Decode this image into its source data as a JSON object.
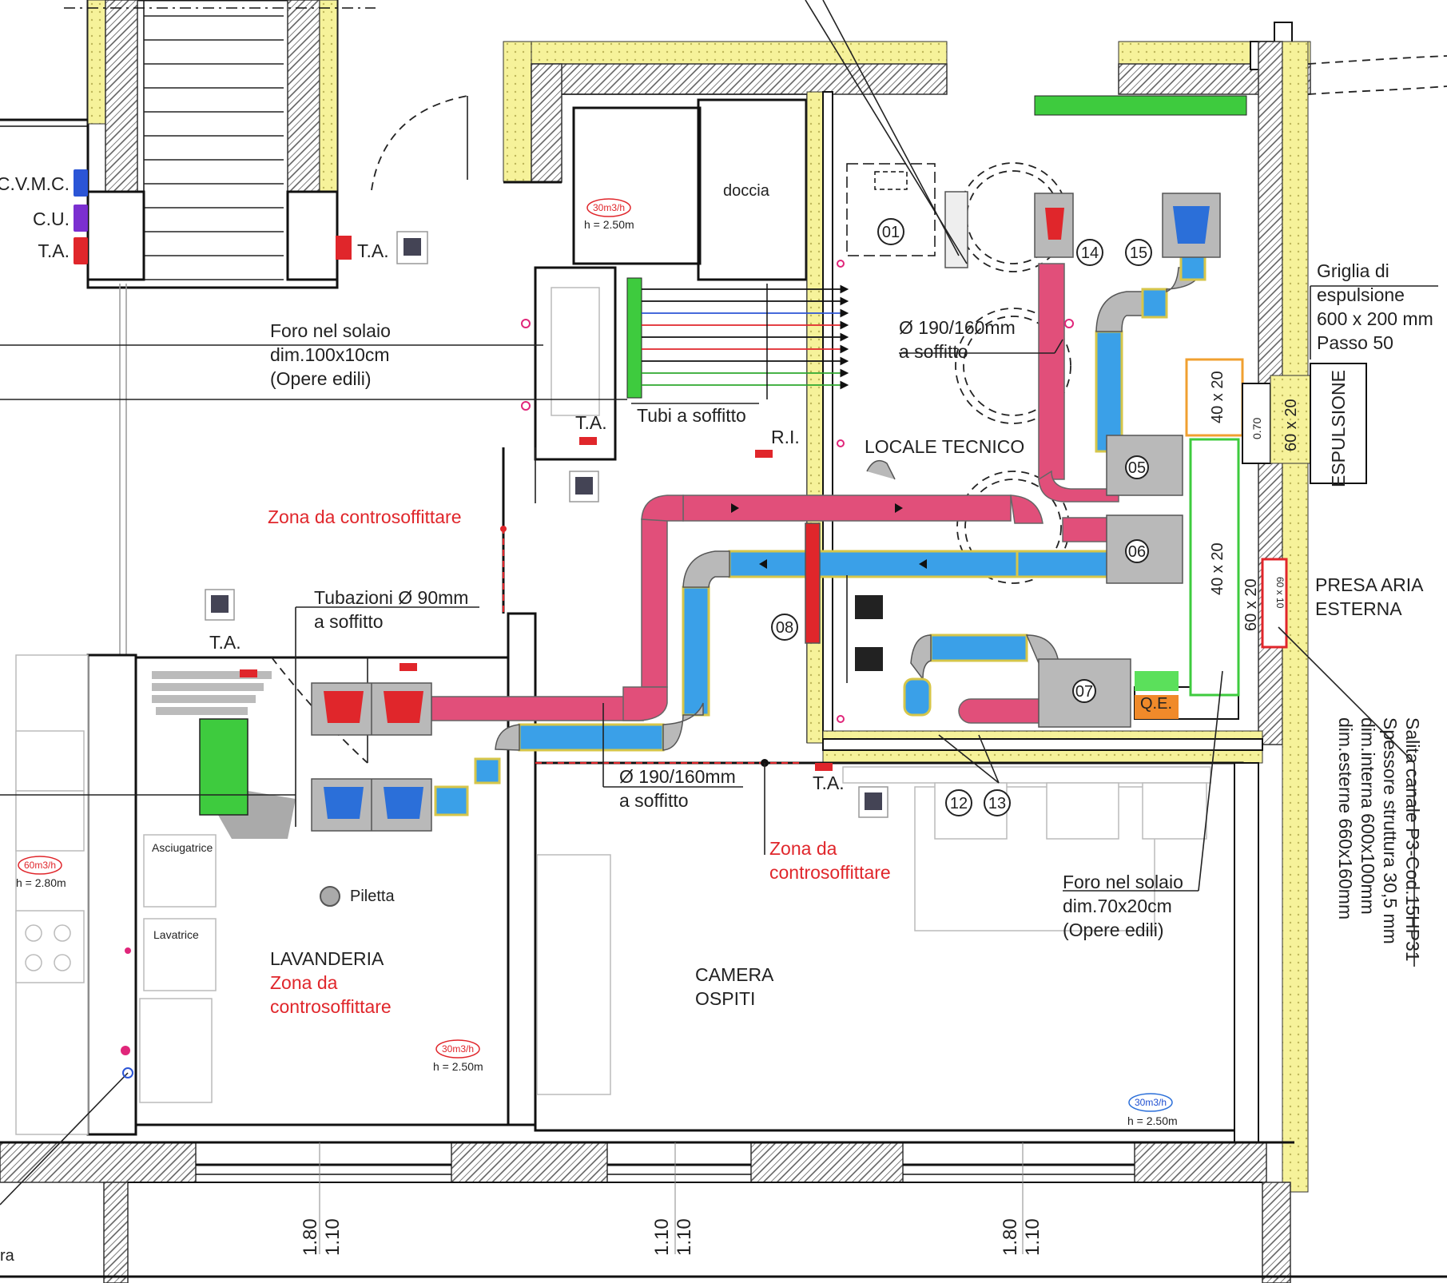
{
  "legend": {
    "cvmc": "C.V.M.C.",
    "cu": "C.U.",
    "ta": "T.A.",
    "cvmc_color": "#2b55d6",
    "cu_color": "#7b2fd0",
    "ta_color": "#e0262b"
  },
  "labels": {
    "ta": "T.A.",
    "ri": "R.I.",
    "doccia": "doccia",
    "foro_solaio_1_line1": "Foro nel solaio",
    "foro_solaio_1_line2": "dim.100x10cm",
    "foro_solaio_1_line3": "(Opere edili)",
    "tubi_soffitto": "Tubi a soffitto",
    "zona_controsoff_1": "Zona da controsoffittare",
    "tubazioni_line1": "Tubazioni Ø 90mm",
    "tubazioni_line2": "a soffitto",
    "diam_190_top_line1": "Ø 190/160mm",
    "diam_190_top_line2": "a soffitto",
    "locale_tecnico": "LOCALE TECNICO",
    "diam_190_bottom_line1": "Ø 190/160mm",
    "diam_190_bottom_line2": "a soffitto",
    "zona_controsoff_2_line1": "Zona da",
    "zona_controsoff_2_line2": "controsoffittare",
    "lavanderia": "LAVANDERIA",
    "lavanderia_zona_line1": "Zona da",
    "lavanderia_zona_line2": "controsoffittare",
    "camera_line1": "CAMERA",
    "camera_line2": "OSPITI",
    "piletta": "Piletta",
    "asciugatrice": "Asciugatrice",
    "lavatrice": "Lavatrice",
    "foro_solaio_2_line1": "Foro nel solaio",
    "foro_solaio_2_line2": "dim.70x20cm",
    "foro_solaio_2_line3": "(Opere edili)",
    "griglia_line1": "Griglia di",
    "griglia_line2": "espulsione",
    "griglia_line3": "600 x 200 mm",
    "griglia_line4": "Passo 50",
    "espulsione": "ESPULSIONE",
    "presa_line1": "PRESA ARIA",
    "presa_line2": "ESTERNA",
    "salita_line1": "Salita canale P3-Cod.15HP31",
    "salita_line2": "Spessore struttura 30,5 mm",
    "salita_line3": "dim.interna 600x100mm",
    "salita_line4": "dim.esterne 660x160mm",
    "qe": "Q.E.",
    "partial_ra": "ra"
  },
  "flows": {
    "bath_flow": "30m3/h",
    "bath_h": "h = 2.50m",
    "laundry_left_flow": "60m3/h",
    "laundry_left_h": "h = 2.80m",
    "laundry_flow": "30m3/h",
    "laundry_h": "h = 2.50m",
    "room_flow": "30m3/h",
    "room_h": "h = 2.50m"
  },
  "equipment_numbers": {
    "n01": "01",
    "n05": "05",
    "n06": "06",
    "n07": "07",
    "n08": "08",
    "n12": "12",
    "n13": "13",
    "n14": "14",
    "n15": "15"
  },
  "duct_dims": {
    "d40x20_top": "40 x 20",
    "d070": "0.70",
    "d60x20_top": "60 x 20",
    "d40x20_mid": "40 x 20",
    "d60x20_mid": "60 x 20",
    "d60x10": "60 x 10"
  },
  "window_dims": {
    "w1_a": "1.80",
    "w1_b": "1.10",
    "w2_a": "1.10",
    "w2_b": "1.10",
    "w3_a": "1.80",
    "w3_b": "1.10"
  },
  "colors": {
    "supply_red": "#e14f7a",
    "extract_blue": "#3aa0e8",
    "insulation_yellow": "#f3ef8a",
    "manifold_green": "#3ecb3e",
    "annotation_red": "#e0262b"
  }
}
